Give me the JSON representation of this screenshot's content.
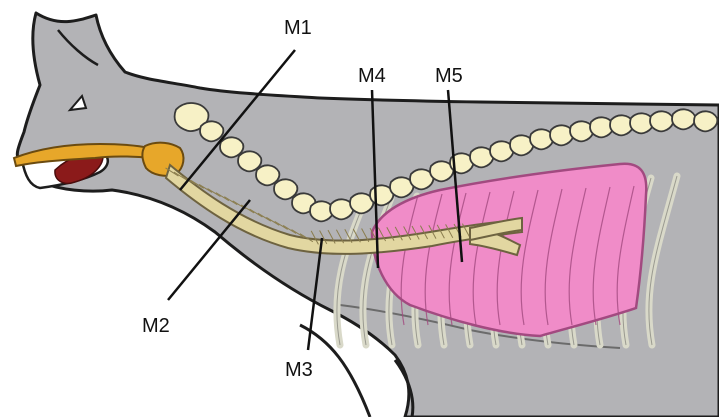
{
  "colors": {
    "body_fill": "#b3b3b6",
    "body_stroke": "#1d1d1d",
    "lung_fill": "#f08cc8",
    "lung_stroke": "#a24a80",
    "bone_fill": "#f7f1c6",
    "bone_stroke": "#3a3a3a",
    "trachea_fill": "#e2d7a1",
    "larynx_fill": "#e7a72a",
    "tongue_fill": "#8b1a1a",
    "rib_stroke": "#d9d9c9",
    "leader_line": "#111111"
  },
  "labels": {
    "m1": "M1",
    "m2": "M2",
    "m3": "M3",
    "m4": "M4",
    "m5": "M5"
  }
}
